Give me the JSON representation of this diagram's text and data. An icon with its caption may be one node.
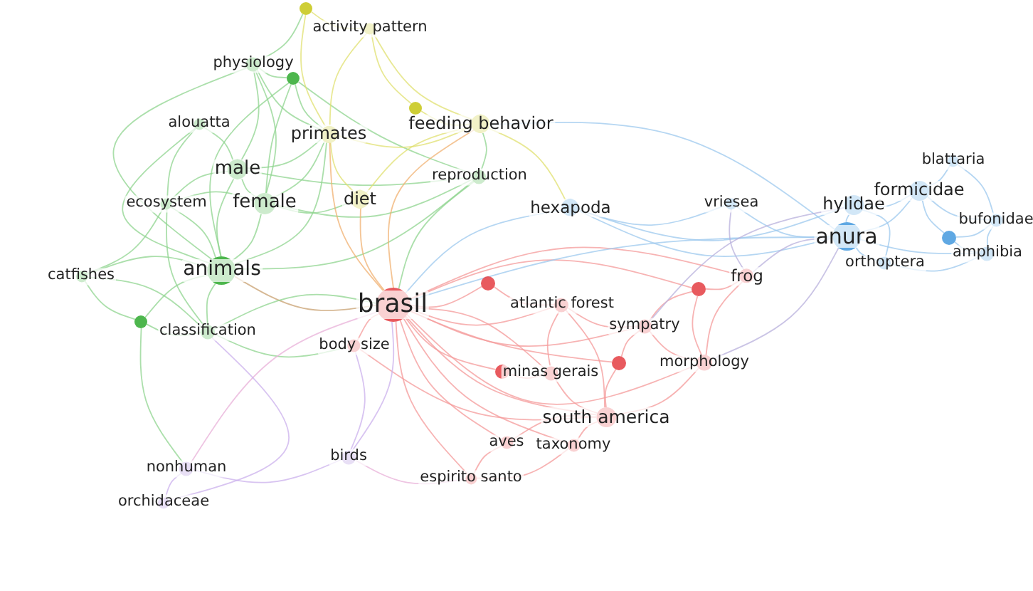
{
  "diagram": {
    "nodes": [
      {
        "text": [
          "physiology"
        ]
      },
      {
        "text": [],
        "shape": "circle"
      },
      {
        "text": [
          "alouatta"
        ]
      },
      {
        "text": [
          "male"
        ]
      },
      {
        "text": [
          "ecosystem"
        ]
      },
      {
        "text": [
          "female"
        ]
      },
      {
        "text": [
          "animals"
        ]
      },
      {
        "text": [
          "catfishes"
        ]
      },
      {
        "text": [],
        "shape": "circle"
      },
      {
        "text": [
          "classification"
        ]
      },
      {
        "text": [
          "reproduction"
        ]
      },
      {
        "text": [],
        "shape": "circle"
      },
      {
        "text": [
          "activity pattern"
        ]
      },
      {
        "text": [],
        "shape": "circle"
      },
      {
        "text": [
          "primates"
        ]
      },
      {
        "text": [
          "feeding behavior"
        ]
      },
      {
        "text": [
          "diet"
        ]
      },
      {
        "text": [
          "brasil"
        ]
      },
      {
        "text": [],
        "shape": "circle"
      },
      {
        "text": [
          "atlantic forest"
        ]
      },
      {
        "text": [
          "body size"
        ]
      },
      {
        "text": [],
        "shape": "circle"
      },
      {
        "text": [
          "frog"
        ]
      },
      {
        "text": [
          "sympatry"
        ]
      },
      {
        "text": [],
        "shape": "circle"
      },
      {
        "text": [],
        "shape": "circle"
      },
      {
        "text": [
          "minas gerais"
        ]
      },
      {
        "text": [
          "morphology"
        ]
      },
      {
        "text": [
          "south america"
        ]
      },
      {
        "text": [
          "aves"
        ]
      },
      {
        "text": [
          "taxonomy"
        ]
      },
      {
        "text": [
          "espirito santo"
        ]
      },
      {
        "text": [
          "hexapoda"
        ]
      },
      {
        "text": [
          "vriesea"
        ]
      },
      {
        "text": [
          "hylidae"
        ]
      },
      {
        "text": [
          "formicidae"
        ]
      },
      {
        "text": [
          "blattaria"
        ]
      },
      {
        "text": [
          "anura"
        ]
      },
      {
        "text": [
          "orthoptera"
        ]
      },
      {
        "text": [],
        "shape": "circle"
      },
      {
        "text": [
          "bufonidae"
        ]
      },
      {
        "text": [
          "amphibia"
        ]
      },
      {
        "text": [
          "nonhuman"
        ]
      },
      {
        "text": [
          "birds"
        ]
      },
      {
        "text": [
          "orchidaceae"
        ]
      }
    ],
    "edges": [
      {
        "from": 6,
        "to": 3,
        "arrow": "none",
        "color": "#8fd48f"
      },
      {
        "from": 6,
        "to": 5,
        "arrow": "none",
        "color": "#8fd48f"
      },
      {
        "from": 6,
        "to": 2,
        "arrow": "none",
        "color": "#8fd48f"
      },
      {
        "from": 6,
        "to": 4,
        "arrow": "none",
        "color": "#8fd48f"
      },
      {
        "from": 6,
        "to": 7,
        "arrow": "none",
        "color": "#8fd48f"
      },
      {
        "from": 6,
        "to": 8,
        "arrow": "none",
        "color": "#8fd48f"
      },
      {
        "from": 6,
        "to": 9,
        "arrow": "none",
        "color": "#8fd48f"
      },
      {
        "from": 6,
        "to": 0,
        "arrow": "none",
        "color": "#8fd48f"
      },
      {
        "from": 6,
        "to": 1,
        "arrow": "none",
        "color": "#8fd48f"
      },
      {
        "from": 6,
        "to": 14,
        "arrow": "none",
        "color": "#8fd48f"
      },
      {
        "from": 6,
        "to": 10,
        "arrow": "none",
        "color": "#8fd48f"
      },
      {
        "from": 6,
        "to": 17,
        "arrow": "none",
        "color": "#c8a070"
      },
      {
        "from": 3,
        "to": 5,
        "arrow": "none",
        "color": "#8fd48f"
      },
      {
        "from": 3,
        "to": 0,
        "arrow": "none",
        "color": "#8fd48f"
      },
      {
        "from": 3,
        "to": 2,
        "arrow": "none",
        "color": "#8fd48f"
      },
      {
        "from": 3,
        "to": 14,
        "arrow": "none",
        "color": "#8fd48f"
      },
      {
        "from": 3,
        "to": 4,
        "arrow": "none",
        "color": "#8fd48f"
      },
      {
        "from": 3,
        "to": 10,
        "arrow": "none",
        "color": "#8fd48f"
      },
      {
        "from": 5,
        "to": 0,
        "arrow": "none",
        "color": "#8fd48f"
      },
      {
        "from": 5,
        "to": 1,
        "arrow": "none",
        "color": "#8fd48f"
      },
      {
        "from": 5,
        "to": 10,
        "arrow": "none",
        "color": "#8fd48f"
      },
      {
        "from": 5,
        "to": 16,
        "arrow": "none",
        "color": "#8fd48f"
      },
      {
        "from": 5,
        "to": 4,
        "arrow": "none",
        "color": "#8fd48f"
      },
      {
        "from": 5,
        "to": 14,
        "arrow": "none",
        "color": "#8fd48f"
      },
      {
        "from": 0,
        "to": 1,
        "arrow": "none",
        "color": "#8fd48f"
      },
      {
        "from": 0,
        "to": 14,
        "arrow": "none",
        "color": "#8fd48f"
      },
      {
        "from": 0,
        "to": 11,
        "arrow": "none",
        "color": "#8fd48f"
      },
      {
        "from": 2,
        "to": 4,
        "arrow": "none",
        "color": "#8fd48f"
      },
      {
        "from": 7,
        "to": 4,
        "arrow": "none",
        "color": "#8fd48f"
      },
      {
        "from": 7,
        "to": 8,
        "arrow": "none",
        "color": "#8fd48f"
      },
      {
        "from": 7,
        "to": 9,
        "arrow": "none",
        "color": "#8fd48f"
      },
      {
        "from": 8,
        "to": 9,
        "arrow": "none",
        "color": "#8fd48f"
      },
      {
        "from": 8,
        "to": 42,
        "arrow": "none",
        "color": "#8fd48f"
      },
      {
        "from": 9,
        "to": 17,
        "arrow": "none",
        "color": "#8fd48f"
      },
      {
        "from": 9,
        "to": 20,
        "arrow": "none",
        "color": "#8fd48f"
      },
      {
        "from": 1,
        "to": 14,
        "arrow": "none",
        "color": "#8fd48f"
      },
      {
        "from": 1,
        "to": 10,
        "arrow": "none",
        "color": "#8fd48f"
      },
      {
        "from": 10,
        "to": 15,
        "arrow": "none",
        "color": "#8fd48f"
      },
      {
        "from": 10,
        "to": 17,
        "arrow": "none",
        "color": "#8fd48f"
      },
      {
        "from": 4,
        "to": 9,
        "arrow": "none",
        "color": "#8fd48f"
      },
      {
        "from": 11,
        "to": 12,
        "arrow": "none",
        "color": "#e0e070"
      },
      {
        "from": 11,
        "to": 14,
        "arrow": "none",
        "color": "#e0e070"
      },
      {
        "from": 12,
        "to": 14,
        "arrow": "none",
        "color": "#e0e070"
      },
      {
        "from": 12,
        "to": 13,
        "arrow": "none",
        "color": "#e0e070"
      },
      {
        "from": 12,
        "to": 15,
        "arrow": "none",
        "color": "#e0e070"
      },
      {
        "from": 13,
        "to": 15,
        "arrow": "none",
        "color": "#e0e070"
      },
      {
        "from": 14,
        "to": 16,
        "arrow": "none",
        "color": "#e0e070"
      },
      {
        "from": 14,
        "to": 15,
        "arrow": "none",
        "color": "#e0e070"
      },
      {
        "from": 14,
        "to": 17,
        "arrow": "none",
        "color": "#f0b070"
      },
      {
        "from": 15,
        "to": 16,
        "arrow": "none",
        "color": "#e0e070"
      },
      {
        "from": 15,
        "to": 17,
        "arrow": "none",
        "color": "#f0b070"
      },
      {
        "from": 16,
        "to": 17,
        "arrow": "none",
        "color": "#f0b070"
      },
      {
        "from": 15,
        "to": 32,
        "arrow": "none",
        "color": "#e0e070"
      },
      {
        "from": 17,
        "to": 18,
        "arrow": "none",
        "color": "#f49a9a"
      },
      {
        "from": 17,
        "to": 19,
        "arrow": "none",
        "color": "#f49a9a"
      },
      {
        "from": 17,
        "to": 20,
        "arrow": "none",
        "color": "#f49a9a"
      },
      {
        "from": 17,
        "to": 23,
        "arrow": "none",
        "color": "#f49a9a"
      },
      {
        "from": 17,
        "to": 24,
        "arrow": "none",
        "color": "#f49a9a"
      },
      {
        "from": 17,
        "to": 25,
        "arrow": "none",
        "color": "#f49a9a"
      },
      {
        "from": 17,
        "to": 26,
        "arrow": "none",
        "color": "#f49a9a"
      },
      {
        "from": 17,
        "to": 28,
        "arrow": "none",
        "color": "#f49a9a"
      },
      {
        "from": 17,
        "to": 29,
        "arrow": "none",
        "color": "#f49a9a"
      },
      {
        "from": 17,
        "to": 30,
        "arrow": "none",
        "color": "#f49a9a"
      },
      {
        "from": 17,
        "to": 31,
        "arrow": "none",
        "color": "#f49a9a"
      },
      {
        "from": 17,
        "to": 27,
        "arrow": "none",
        "color": "#f49a9a"
      },
      {
        "from": 17,
        "to": 22,
        "arrow": "none",
        "color": "#f49a9a"
      },
      {
        "from": 17,
        "to": 21,
        "arrow": "none",
        "color": "#f49a9a"
      },
      {
        "from": 18,
        "to": 19,
        "arrow": "none",
        "color": "#f49a9a"
      },
      {
        "from": 19,
        "to": 23,
        "arrow": "none",
        "color": "#f49a9a"
      },
      {
        "from": 19,
        "to": 26,
        "arrow": "none",
        "color": "#f49a9a"
      },
      {
        "from": 19,
        "to": 28,
        "arrow": "none",
        "color": "#f49a9a"
      },
      {
        "from": 21,
        "to": 22,
        "arrow": "none",
        "color": "#f49a9a"
      },
      {
        "from": 21,
        "to": 23,
        "arrow": "none",
        "color": "#f49a9a"
      },
      {
        "from": 21,
        "to": 27,
        "arrow": "none",
        "color": "#f49a9a"
      },
      {
        "from": 23,
        "to": 27,
        "arrow": "none",
        "color": "#f49a9a"
      },
      {
        "from": 23,
        "to": 24,
        "arrow": "none",
        "color": "#f49a9a"
      },
      {
        "from": 24,
        "to": 28,
        "arrow": "none",
        "color": "#f49a9a"
      },
      {
        "from": 25,
        "to": 26,
        "arrow": "none",
        "color": "#f49a9a"
      },
      {
        "from": 26,
        "to": 28,
        "arrow": "none",
        "color": "#f49a9a"
      },
      {
        "from": 28,
        "to": 30,
        "arrow": "none",
        "color": "#f49a9a"
      },
      {
        "from": 28,
        "to": 29,
        "arrow": "none",
        "color": "#f49a9a"
      },
      {
        "from": 29,
        "to": 31,
        "arrow": "none",
        "color": "#f49a9a"
      },
      {
        "from": 30,
        "to": 31,
        "arrow": "none",
        "color": "#f49a9a"
      },
      {
        "from": 28,
        "to": 27,
        "arrow": "none",
        "color": "#f49a9a"
      },
      {
        "from": 22,
        "to": 27,
        "arrow": "none",
        "color": "#f49a9a"
      },
      {
        "from": 20,
        "to": 28,
        "arrow": "none",
        "color": "#f49a9a"
      },
      {
        "from": 32,
        "to": 37,
        "arrow": "none",
        "color": "#9cc8ee"
      },
      {
        "from": 32,
        "to": 33,
        "arrow": "none",
        "color": "#9cc8ee"
      },
      {
        "from": 32,
        "to": 34,
        "arrow": "none",
        "color": "#9cc8ee"
      },
      {
        "from": 33,
        "to": 37,
        "arrow": "none",
        "color": "#9cc8ee"
      },
      {
        "from": 34,
        "to": 37,
        "arrow": "none",
        "color": "#9cc8ee"
      },
      {
        "from": 34,
        "to": 35,
        "arrow": "none",
        "color": "#9cc8ee"
      },
      {
        "from": 35,
        "to": 36,
        "arrow": "none",
        "color": "#9cc8ee"
      },
      {
        "from": 35,
        "to": 37,
        "arrow": "none",
        "color": "#9cc8ee"
      },
      {
        "from": 35,
        "to": 40,
        "arrow": "none",
        "color": "#9cc8ee"
      },
      {
        "from": 35,
        "to": 39,
        "arrow": "none",
        "color": "#9cc8ee"
      },
      {
        "from": 37,
        "to": 38,
        "arrow": "none",
        "color": "#9cc8ee"
      },
      {
        "from": 37,
        "to": 41,
        "arrow": "none",
        "color": "#9cc8ee"
      },
      {
        "from": 39,
        "to": 40,
        "arrow": "none",
        "color": "#9cc8ee"
      },
      {
        "from": 39,
        "to": 41,
        "arrow": "none",
        "color": "#9cc8ee"
      },
      {
        "from": 40,
        "to": 41,
        "arrow": "none",
        "color": "#9cc8ee"
      },
      {
        "from": 36,
        "to": 40,
        "arrow": "none",
        "color": "#9cc8ee"
      },
      {
        "from": 38,
        "to": 41,
        "arrow": "none",
        "color": "#9cc8ee"
      },
      {
        "from": 34,
        "to": 38,
        "arrow": "none",
        "color": "#9cc8ee"
      },
      {
        "from": 32,
        "to": 17,
        "arrow": "none",
        "color": "#9cc8ee"
      },
      {
        "from": 37,
        "to": 17,
        "arrow": "none",
        "color": "#9cc8ee"
      },
      {
        "from": 37,
        "to": 22,
        "arrow": "none",
        "color": "#b8b0dc"
      },
      {
        "from": 37,
        "to": 27,
        "arrow": "none",
        "color": "#b8b0dc"
      },
      {
        "from": 37,
        "to": 15,
        "arrow": "none",
        "color": "#9cc8ee"
      },
      {
        "from": 33,
        "to": 22,
        "arrow": "none",
        "color": "#b8b0dc"
      },
      {
        "from": 34,
        "to": 23,
        "arrow": "none",
        "color": "#b8b0dc"
      },
      {
        "from": 42,
        "to": 44,
        "arrow": "none",
        "color": "#cbb0ec"
      },
      {
        "from": 42,
        "to": 43,
        "arrow": "none",
        "color": "#cbb0ec"
      },
      {
        "from": 43,
        "to": 31,
        "arrow": "none",
        "color": "#e8b0d8"
      },
      {
        "from": 43,
        "to": 17,
        "arrow": "none",
        "color": "#cbb0ec"
      },
      {
        "from": 42,
        "to": 17,
        "arrow": "none",
        "color": "#e8b0d8"
      },
      {
        "from": 43,
        "to": 20,
        "arrow": "none",
        "color": "#cbb0ec"
      },
      {
        "from": 44,
        "to": 9,
        "arrow": "none",
        "color": "#cbb0ec"
      }
    ]
  }
}
